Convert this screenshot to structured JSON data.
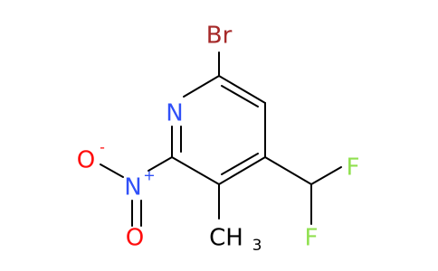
{
  "molecule": {
    "atoms": {
      "br": {
        "label": "Br",
        "color": "#A62929"
      },
      "n_ring": {
        "label": "N",
        "color": "#3050F8"
      },
      "f1": {
        "label": "F",
        "color": "#90E050"
      },
      "f2": {
        "label": "F",
        "color": "#90E050"
      },
      "o_minus": {
        "label": "O",
        "charge": "-",
        "color": "#FF0D0D"
      },
      "n_nitro": {
        "label": "N",
        "charge": "+",
        "color": "#3050F8"
      },
      "o_double": {
        "label": "O",
        "color": "#FF0D0D"
      },
      "methyl": {
        "label": "CH",
        "subscript": "3",
        "color": "#000000"
      }
    },
    "bond_color": "#000000"
  }
}
